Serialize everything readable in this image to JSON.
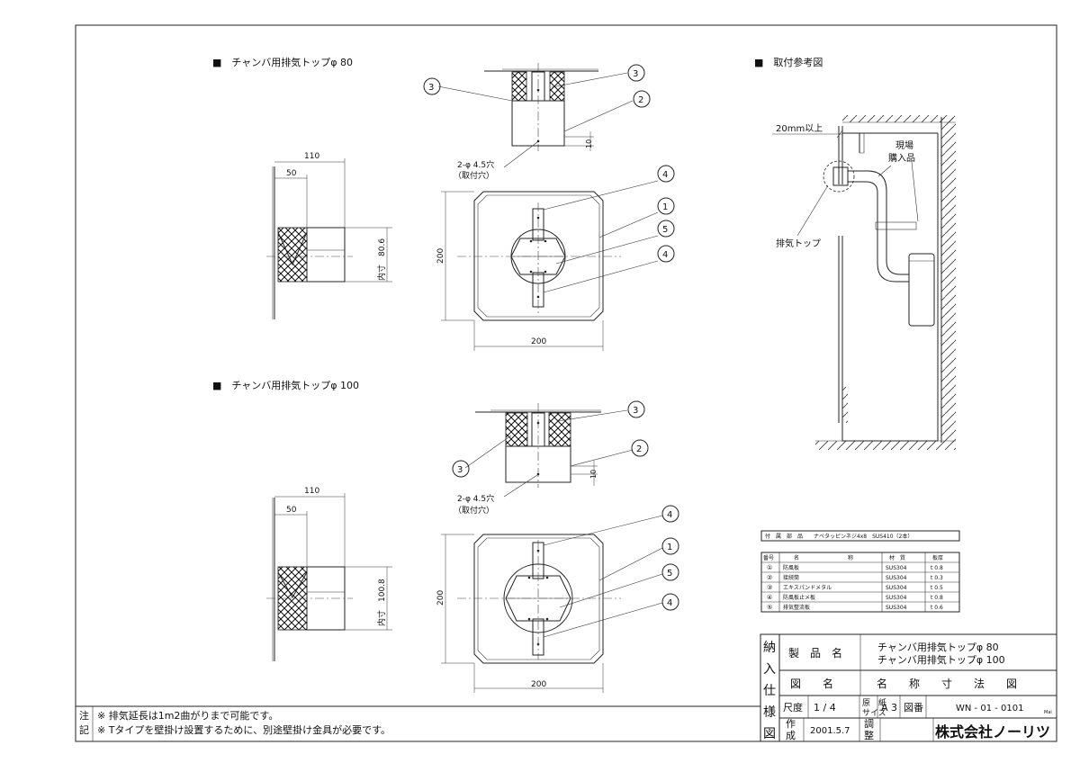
{
  "sections": {
    "phi80_title": "■　チャンバ用排気トップφ 80",
    "phi100_title": "■　チャンバ用排気トップφ 100",
    "mount_title": "■　取付参考図"
  },
  "dims": {
    "d110": "110",
    "d50": "50",
    "inner80": "内寸　80.6",
    "inner100": "内寸　100.8",
    "d200": "200",
    "d10": "10",
    "hole": "2-φ 4.5穴",
    "hole_note": "（取付穴）",
    "n1": "1",
    "n2": "2",
    "n3": "3",
    "n4": "4",
    "n5": "5"
  },
  "mount": {
    "gap": "20mm以上",
    "field1": "現場",
    "field2": "購入品",
    "top_label": "排気トップ"
  },
  "accessory": "付　属　部　品　　ナベタッピンネジ4x8　SUS410（2本）",
  "parts_table": {
    "headers": [
      "番号",
      "名　　　　　　　　　称",
      "材　質",
      "板厚"
    ],
    "rows": [
      [
        "①",
        "防風板",
        "SUS304",
        "t 0.8"
      ],
      [
        "②",
        "接続筒",
        "SUS304",
        "t 0.3"
      ],
      [
        "③",
        "エキスパンドメタル",
        "SUS304",
        "t 0.5"
      ],
      [
        "④",
        "防風板止メ板",
        "SUS304",
        "t 0.8"
      ],
      [
        "⑤",
        "排気整流板",
        "SUS304",
        "t 0.6"
      ]
    ]
  },
  "title_block": {
    "side": [
      "納",
      "入",
      "仕",
      "様",
      "図"
    ],
    "product_label": "製　品　名",
    "product1": "チャンバ用排気トップφ 80",
    "product2": "チャンバ用排気トップφ 100",
    "drawing_label": "図　　名",
    "drawing_name": "名　　称　　寸　　法　　図",
    "scale_label": "尺度",
    "scale": "1 / 4",
    "paper_label1": "原　紙",
    "paper_label2": "サイズ",
    "paper": "A 3",
    "dwg_no_label": "図番",
    "dwg_no": "WN - 01 - 0101",
    "made_label1": "作",
    "made_label2": "成",
    "date": "2001.5.7",
    "check_label1": "調",
    "check_label2": "整",
    "company": "株式会社ノーリツ",
    "mark": "Mai"
  },
  "notes": {
    "label1": "注",
    "label2": "記",
    "line1": "※ 排気延長は1m2曲がりまで可能です。",
    "line2": "※ Tタイプを壁掛け設置するために、別途壁掛け金具が必要です。"
  }
}
